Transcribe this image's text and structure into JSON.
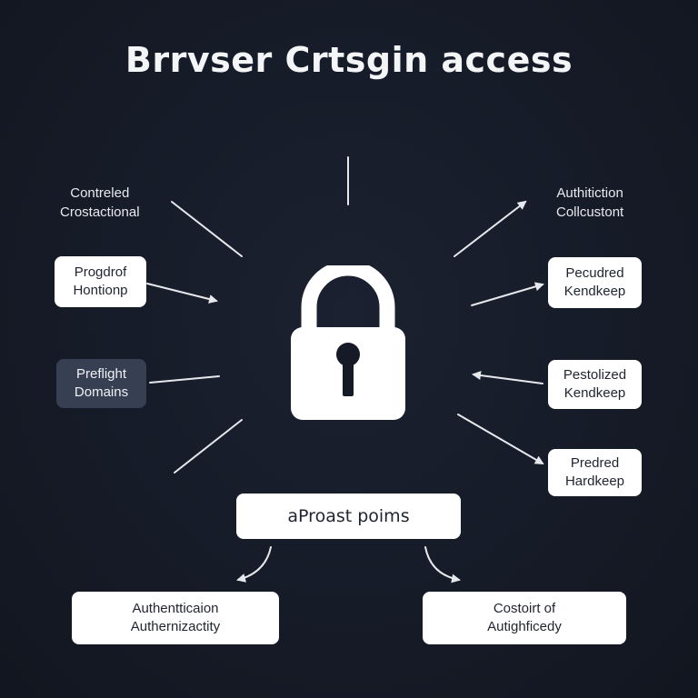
{
  "title": "Brrvser Crtsgin access",
  "top_left_label": [
    "Contreled",
    "Crostactional"
  ],
  "top_right_label": [
    "Authitiction",
    "Collcustont"
  ],
  "left_boxes": [
    {
      "lines": [
        "Progdrof",
        "Hontionp"
      ],
      "style": "light"
    },
    {
      "lines": [
        "Preflight",
        "Domains"
      ],
      "style": "dark"
    }
  ],
  "right_boxes": [
    {
      "lines": [
        "Pecudred",
        "Kendkeep"
      ]
    },
    {
      "lines": [
        "Pestolized",
        "Kendkeep"
      ]
    },
    {
      "lines": [
        "Predred",
        "Hardkeep"
      ]
    }
  ],
  "center_box": "aProast poims",
  "bottom_boxes": [
    {
      "lines": [
        "Authentticaion",
        "Authernizactity"
      ]
    },
    {
      "lines": [
        "Costoirt of",
        "Autighficedy"
      ]
    }
  ],
  "icons": {
    "center": "padlock-icon"
  },
  "colors": {
    "background": "#151a26",
    "box_light": "#ffffff",
    "box_dark": "#364052",
    "line": "#e6e8ec"
  }
}
